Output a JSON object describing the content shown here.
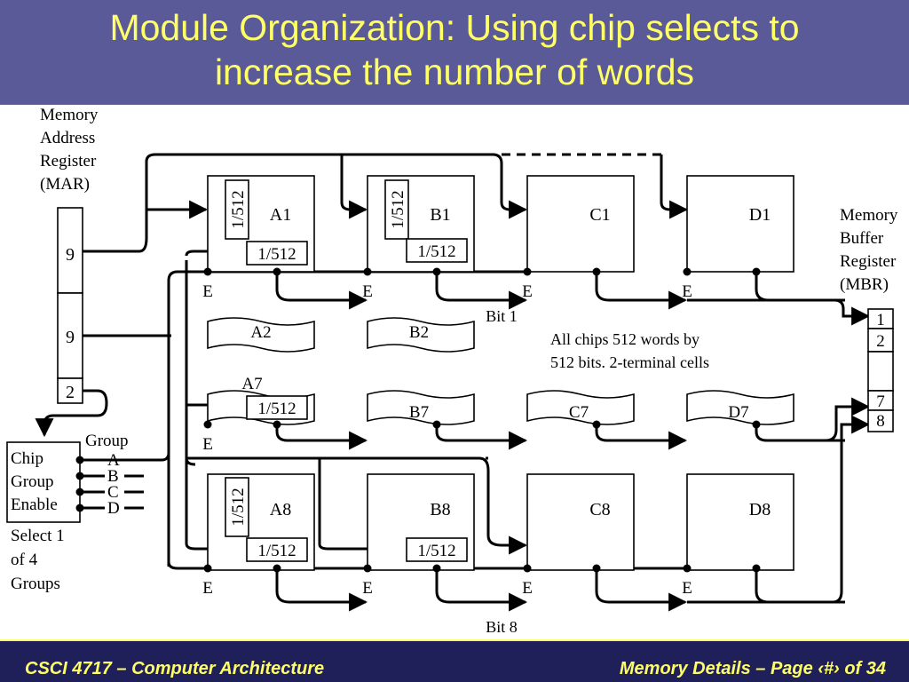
{
  "slide": {
    "title_line1": "Module Organization: Using chip selects to",
    "title_line2": "increase the number of words",
    "footer_left": "CSCI 4717 – Computer Architecture",
    "footer_right": "Memory Details – Page ‹#› of 34"
  },
  "colors": {
    "header_bg": "#5a5a98",
    "title": "#ffff66",
    "footer_bg": "#1f1f5a",
    "footer_text": "#ffff66"
  },
  "diagram": {
    "mar_label": [
      "Memory",
      "Address",
      "Register",
      "(MAR)"
    ],
    "mar_fields": [
      "9",
      "9",
      "2"
    ],
    "mbr_label": [
      "Memory",
      "Buffer",
      "Register",
      "(MBR)"
    ],
    "mbr_bits": [
      "1",
      "2",
      "7",
      "8"
    ],
    "cge_label": [
      "Chip",
      "Group",
      "Enable"
    ],
    "group_label": "Group",
    "groups": [
      "A",
      "B",
      "C",
      "D"
    ],
    "select_label": [
      "Select 1",
      "of 4",
      "Groups"
    ],
    "chips_row1": [
      "A1",
      "B1",
      "C1",
      "D1"
    ],
    "chips_row2": [
      "A2",
      "B2"
    ],
    "chips_row7": [
      "A7",
      "B7",
      "C7",
      "D7"
    ],
    "chips_row8": [
      "A8",
      "B8",
      "C8",
      "D8"
    ],
    "fraction": "1/512",
    "enable": "E",
    "bit1": "Bit 1",
    "bit8": "Bit 8",
    "note": [
      "All chips 512 words by",
      "512 bits. 2-terminal cells"
    ]
  }
}
